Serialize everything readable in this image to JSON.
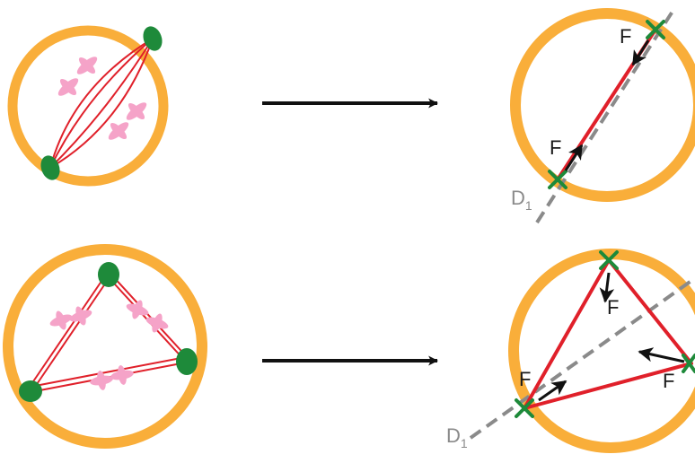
{
  "colors": {
    "ring": "#f9ae3a",
    "fiber": "#e0202a",
    "pole": "#1e8a3a",
    "cross": "#f5a3c8",
    "arrow": "#111111",
    "dashed": "#8a8a8a",
    "label_text": "#1a1a1a"
  },
  "icons": {
    "transition_arrow": "right-arrow-icon",
    "pole_marker": "x-mark-icon",
    "force_arrow": "force-arrow-icon"
  },
  "labels": {
    "force": "F",
    "axis_main": "D",
    "axis_sub": "1"
  }
}
